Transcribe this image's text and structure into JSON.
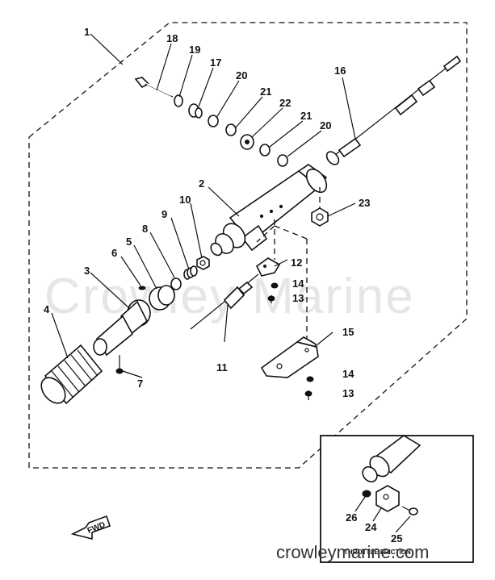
{
  "watermark": "Crowley Marine",
  "watermark_url": "crowleymarine.com",
  "inset_caption": "THROTTLE FRICTION",
  "fwd_label": "FWD",
  "labels": {
    "l1": "1",
    "l2": "2",
    "l3": "3",
    "l4": "4",
    "l5": "5",
    "l6": "6",
    "l7": "7",
    "l8": "8",
    "l9": "9",
    "l10": "10",
    "l11": "11",
    "l12": "12",
    "l13a": "13",
    "l13b": "13",
    "l14a": "14",
    "l14b": "14",
    "l15": "15",
    "l16": "16",
    "l17": "17",
    "l18": "18",
    "l19": "19",
    "l20a": "20",
    "l20b": "20",
    "l21a": "21",
    "l21b": "21",
    "l22": "22",
    "l23": "23",
    "l24": "24",
    "l25": "25",
    "l26": "26"
  }
}
